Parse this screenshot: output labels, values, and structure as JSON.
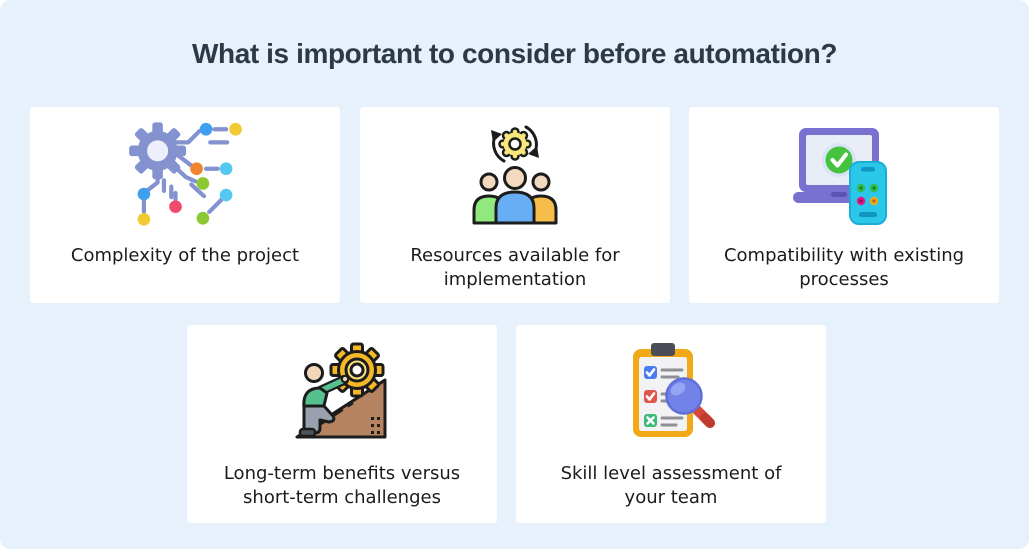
{
  "page": {
    "title": "What is important to consider before automation?",
    "background_color": "#e6f1fb",
    "card_color": "#ffffff",
    "title_color": "#2d3944",
    "label_color": "#1b1b1d"
  },
  "cards": [
    {
      "id": "complexity",
      "label": "Complexity of the project",
      "icon": "circuit-gear-icon"
    },
    {
      "id": "resources",
      "label": "Resources available for implementation",
      "icon": "team-gear-cycle-icon"
    },
    {
      "id": "compatibility",
      "label": "Compatibility with existing processes",
      "icon": "laptop-phone-check-icon"
    },
    {
      "id": "benefits",
      "label": "Long-term benefits versus short-term challenges",
      "icon": "person-pushing-gear-icon"
    },
    {
      "id": "skills",
      "label": "Skill level assessment of your team",
      "icon": "checklist-magnifier-icon"
    }
  ],
  "icon_palette": {
    "periwinkle": "#8492d0",
    "dot_blue": "#41a0ee",
    "dot_yellow": "#f2ca31",
    "dot_orange": "#f0842f",
    "dot_cyan": "#55c8f2",
    "dot_green": "#8cc832",
    "dot_pink": "#f14a6e",
    "laptop_purple": "#7a70cf",
    "check_green": "#45c23e",
    "phone_cyan": "#2bc7e8",
    "gear_yellow": "#f5b826",
    "slope_brown": "#b5835f",
    "shirt_green": "#57c08f",
    "clipboard_orange": "#f2a917",
    "magnifier_blue": "#7282e8",
    "handle_red": "#d9453a"
  }
}
